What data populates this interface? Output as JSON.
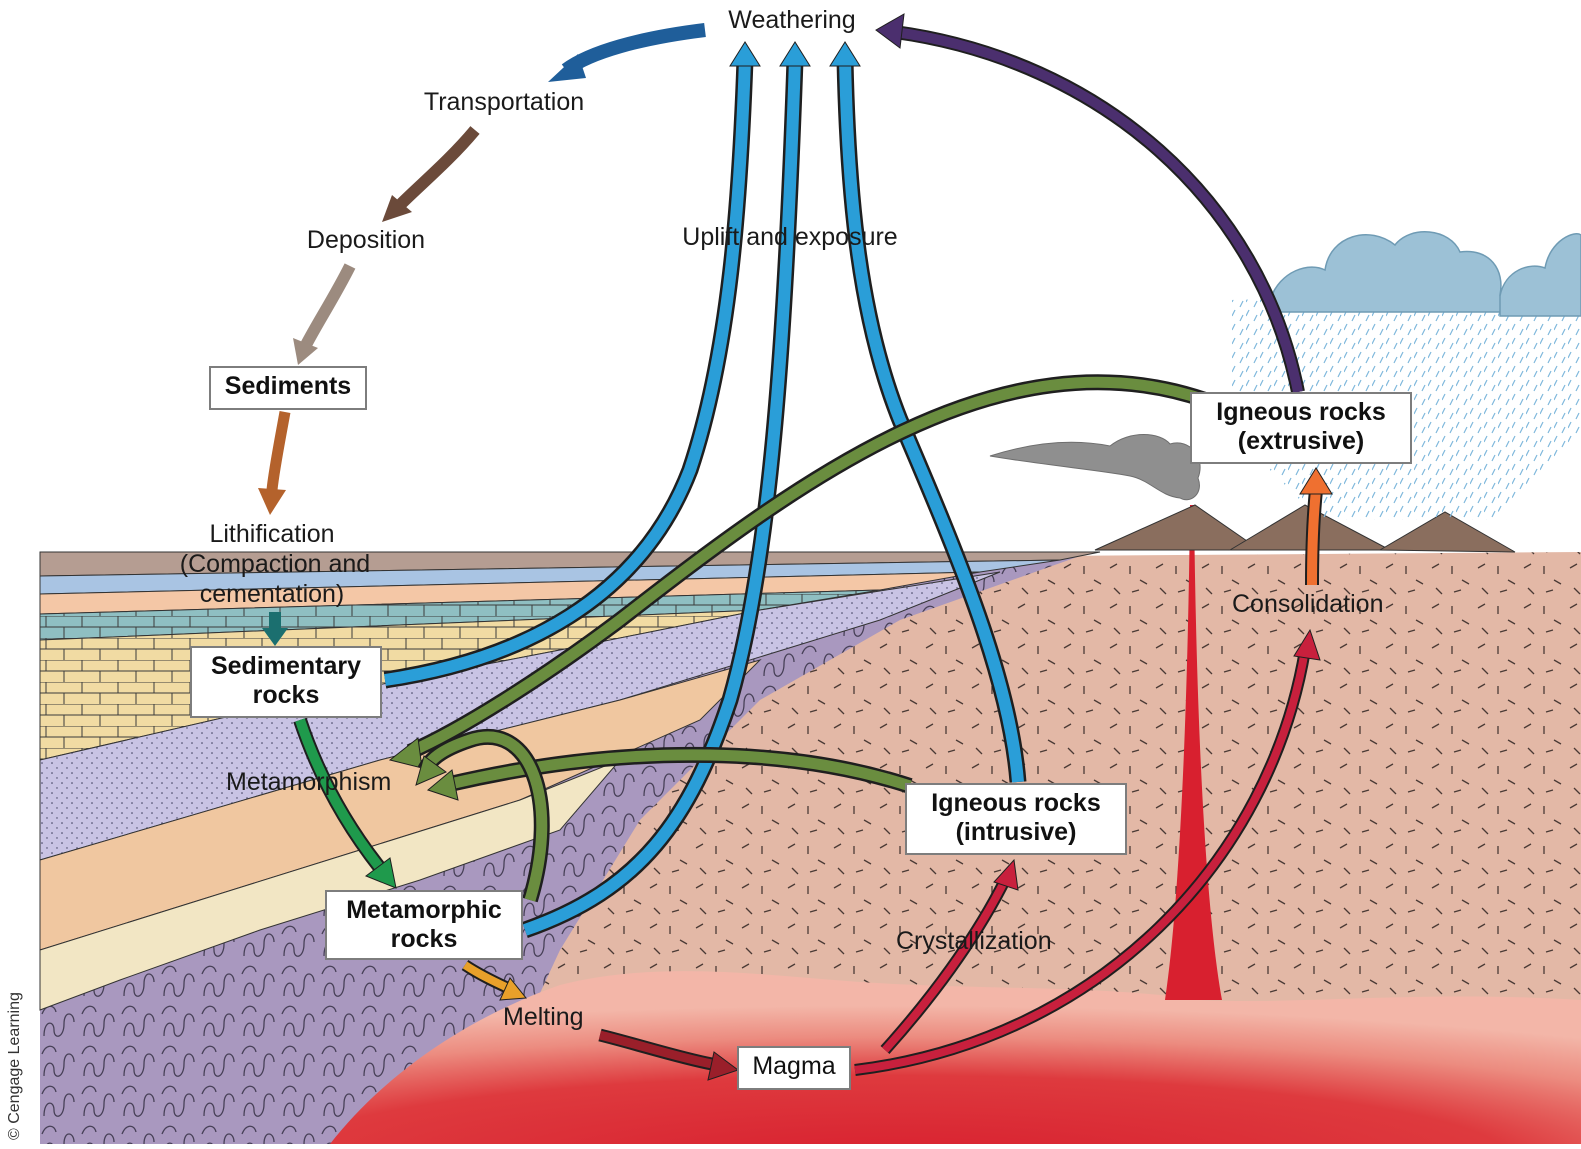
{
  "labels": {
    "weathering": "Weathering",
    "transportation": "Transportation",
    "deposition": "Deposition",
    "uplift": "Uplift and exposure",
    "lithification_1": "Lithification",
    "lithification_2": "(Compaction and",
    "lithification_3": "cementation)",
    "metamorphism": "Metamorphism",
    "consolidation": "Consolidation",
    "crystallization": "Crystallization",
    "melting": "Melting"
  },
  "boxes": {
    "sediments": "Sediments",
    "sedimentary_1": "Sedimentary",
    "sedimentary_2": "rocks",
    "metamorphic_1": "Metamorphic",
    "metamorphic_2": "rocks",
    "igneous_intrusive_1": "Igneous rocks",
    "igneous_intrusive_2": "(intrusive)",
    "igneous_extrusive_1": "Igneous rocks",
    "igneous_extrusive_2": "(extrusive)",
    "magma": "Magma"
  },
  "credit": "© Cengage Learning",
  "colors": {
    "weathering_to_transport": "#1f5e9a",
    "transport_to_deposition": "#6b4a3a",
    "deposition_to_sediments": "#9c8b7f",
    "sediments_to_lithification": "#b4622c",
    "lithification_to_sedimentary": "#1b6f6f",
    "uplift": "#2a9ed8",
    "metamorphism": "#6a8d3f",
    "sedimentary_to_metamorphic": "#1f9a4c",
    "melting": "#e8a02a",
    "melt_to_magma": "#9a1f2a",
    "magma_paths": "#c8203d",
    "consolidation": "#ef7030",
    "extrusive_to_weathering": "#4b2f6e",
    "magma_chamber": "#d8202f",
    "crust": "#e3b8a6",
    "metamorphic_zone": "#a998bf",
    "clouds": "#9cc1d6"
  }
}
